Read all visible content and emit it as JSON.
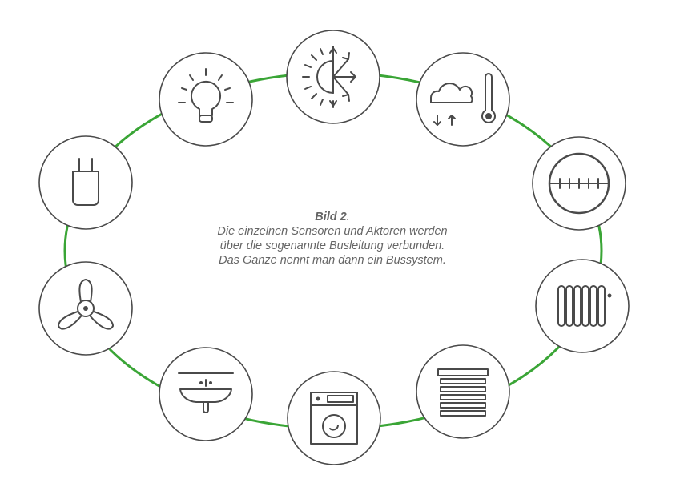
{
  "caption": {
    "title": "Bild 2",
    "title_suffix": ".",
    "lines": [
      "Die einzelnen Sensoren und Aktoren werden",
      "über die sogenannte Busleitung verbunden.",
      "Das Ganze nennt man dann ein Bussystem."
    ]
  },
  "colors": {
    "bus_line": "#3aa536",
    "stroke": "#4a4a4a",
    "caption": "#666666"
  },
  "nodes": [
    {
      "icon": "sun-snowflake-icon"
    },
    {
      "icon": "weather-thermometer-icon"
    },
    {
      "icon": "meter-gauge-icon"
    },
    {
      "icon": "radiator-icon"
    },
    {
      "icon": "window-blinds-icon"
    },
    {
      "icon": "washing-machine-icon"
    },
    {
      "icon": "sink-icon"
    },
    {
      "icon": "fan-icon"
    },
    {
      "icon": "power-plug-icon"
    },
    {
      "icon": "light-bulb-icon"
    }
  ]
}
